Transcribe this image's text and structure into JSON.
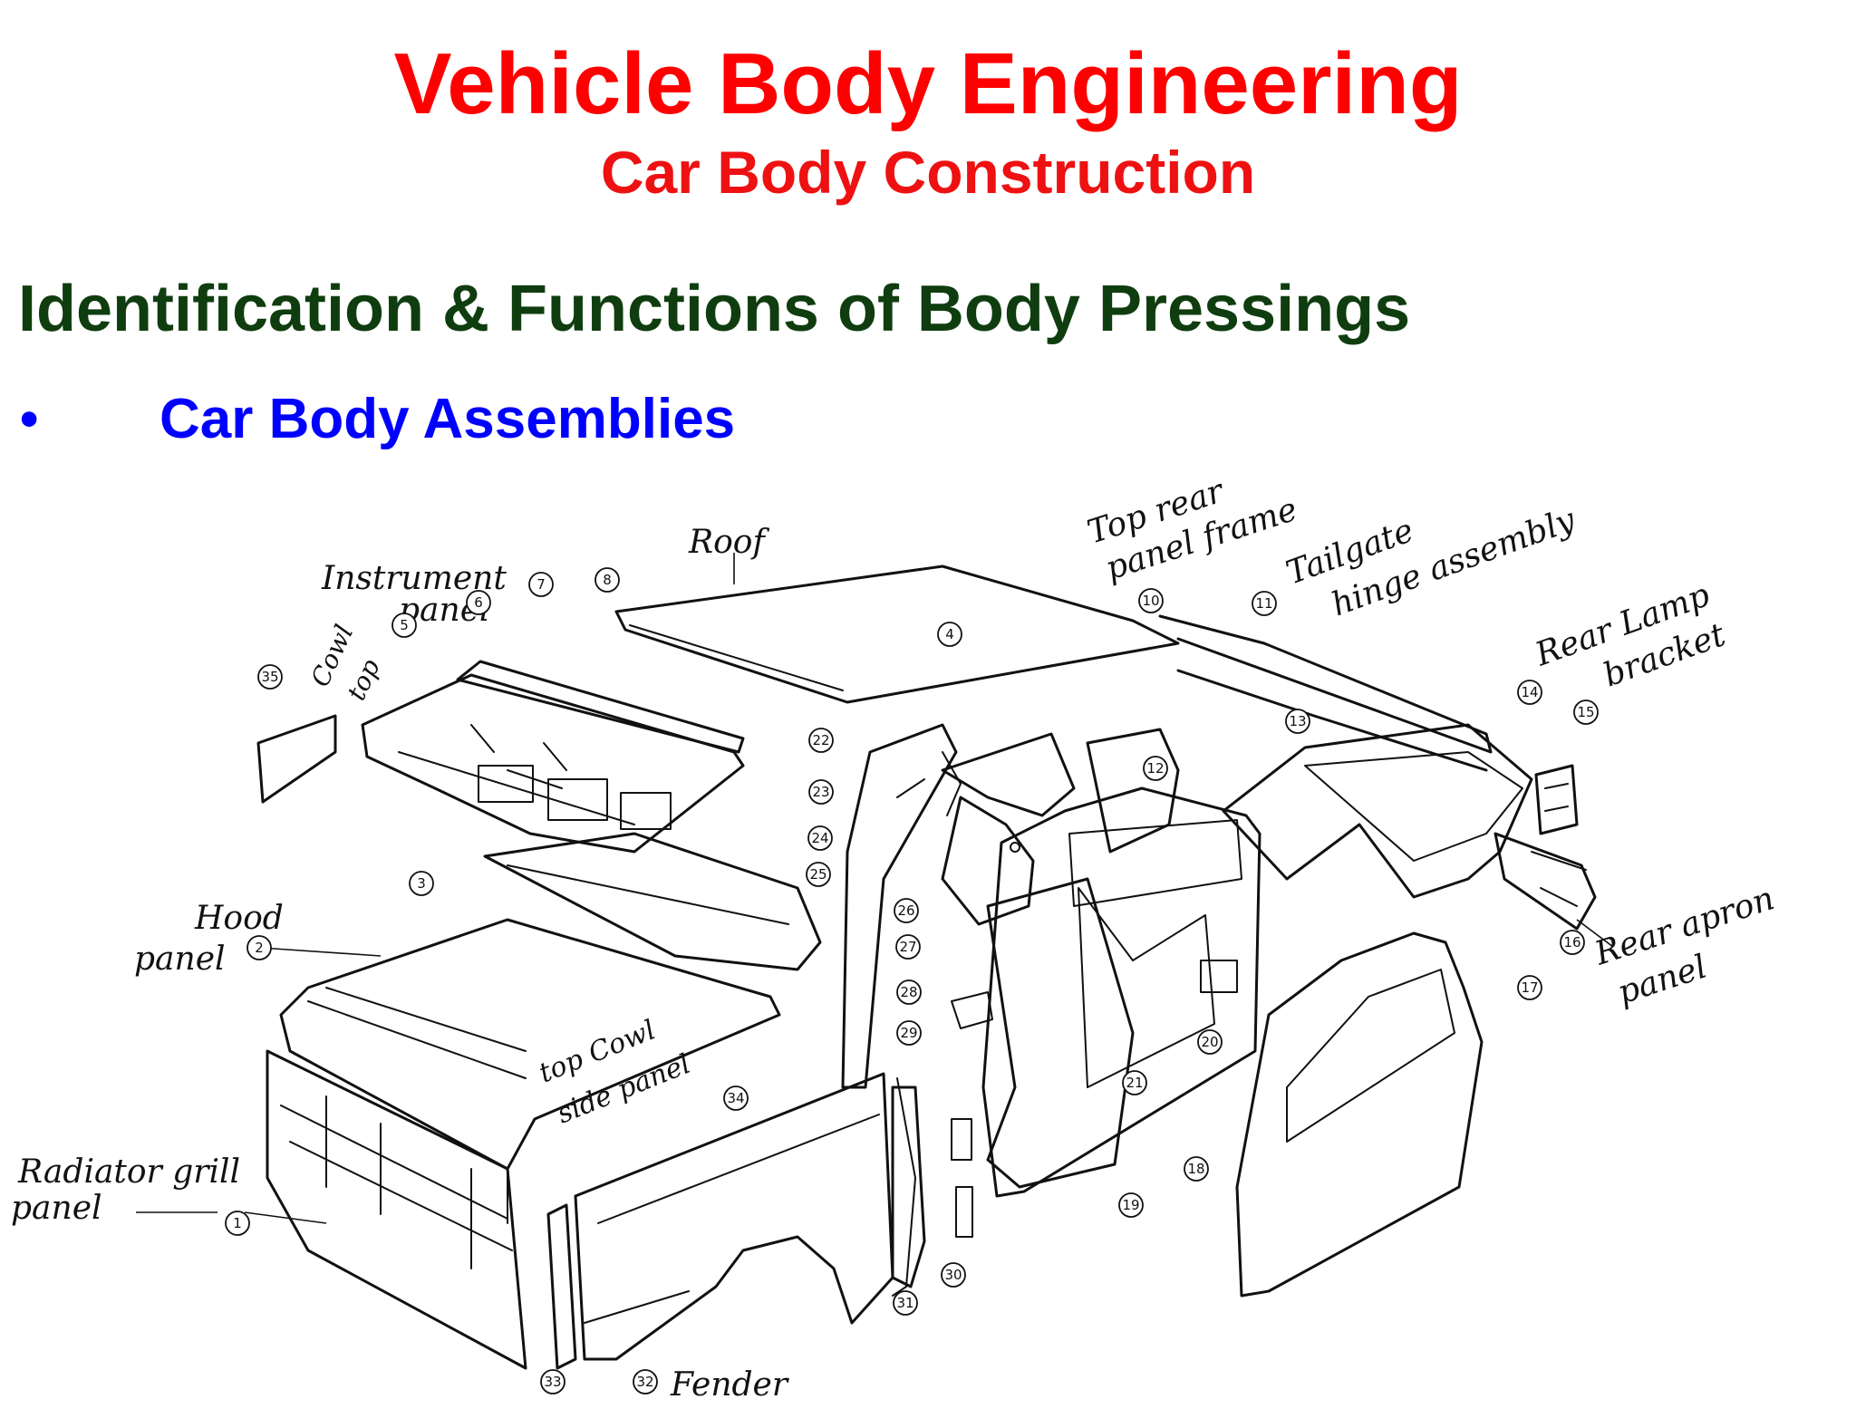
{
  "title": "Vehicle Body Engineering",
  "subtitle": "Car Body Construction",
  "heading": "Identification & Functions of Body Pressings",
  "bullet": {
    "symbol": "•",
    "text": "Car Body Assemblies"
  },
  "colors": {
    "title": "#ff0000",
    "subtitle": "#ee1111",
    "heading": "#0f3d0f",
    "bullet": "#0000ff",
    "drawing": "#111111"
  },
  "diagram": {
    "labels": {
      "instrument_panel_line1": "Instrument",
      "instrument_panel_line2": "panel",
      "roof": "Roof",
      "top_rear_panel_frame_line1": "Top rear",
      "top_rear_panel_frame_line2": "panel frame",
      "tailgate_hinge_line1": "Tailgate",
      "tailgate_hinge_line2": "hinge assembly",
      "rear_lamp_bracket_line1": "Rear Lamp",
      "rear_lamp_bracket_line2": "bracket",
      "cowl_top_line1": "Cowl",
      "cowl_top_line2": "top",
      "hood_panel_line1": "Hood",
      "hood_panel_line2": "panel",
      "top_cowl_side_panel_line1": "top Cowl",
      "top_cowl_side_panel_line2": "side panel",
      "radiator_grill_panel_line1": "Radiator grill",
      "radiator_grill_panel_line2": "panel",
      "rear_apron_panel_line1": "Rear apron",
      "rear_apron_panel_line2": "panel",
      "fender": "Fender"
    },
    "callouts": [
      "1",
      "2",
      "3",
      "4",
      "5",
      "6",
      "7",
      "8",
      "10",
      "11",
      "12",
      "13",
      "14",
      "15",
      "16",
      "17",
      "18",
      "19",
      "20",
      "21",
      "22",
      "23",
      "24",
      "25",
      "26",
      "27",
      "28",
      "29",
      "30",
      "31",
      "32",
      "33",
      "34",
      "35"
    ]
  }
}
